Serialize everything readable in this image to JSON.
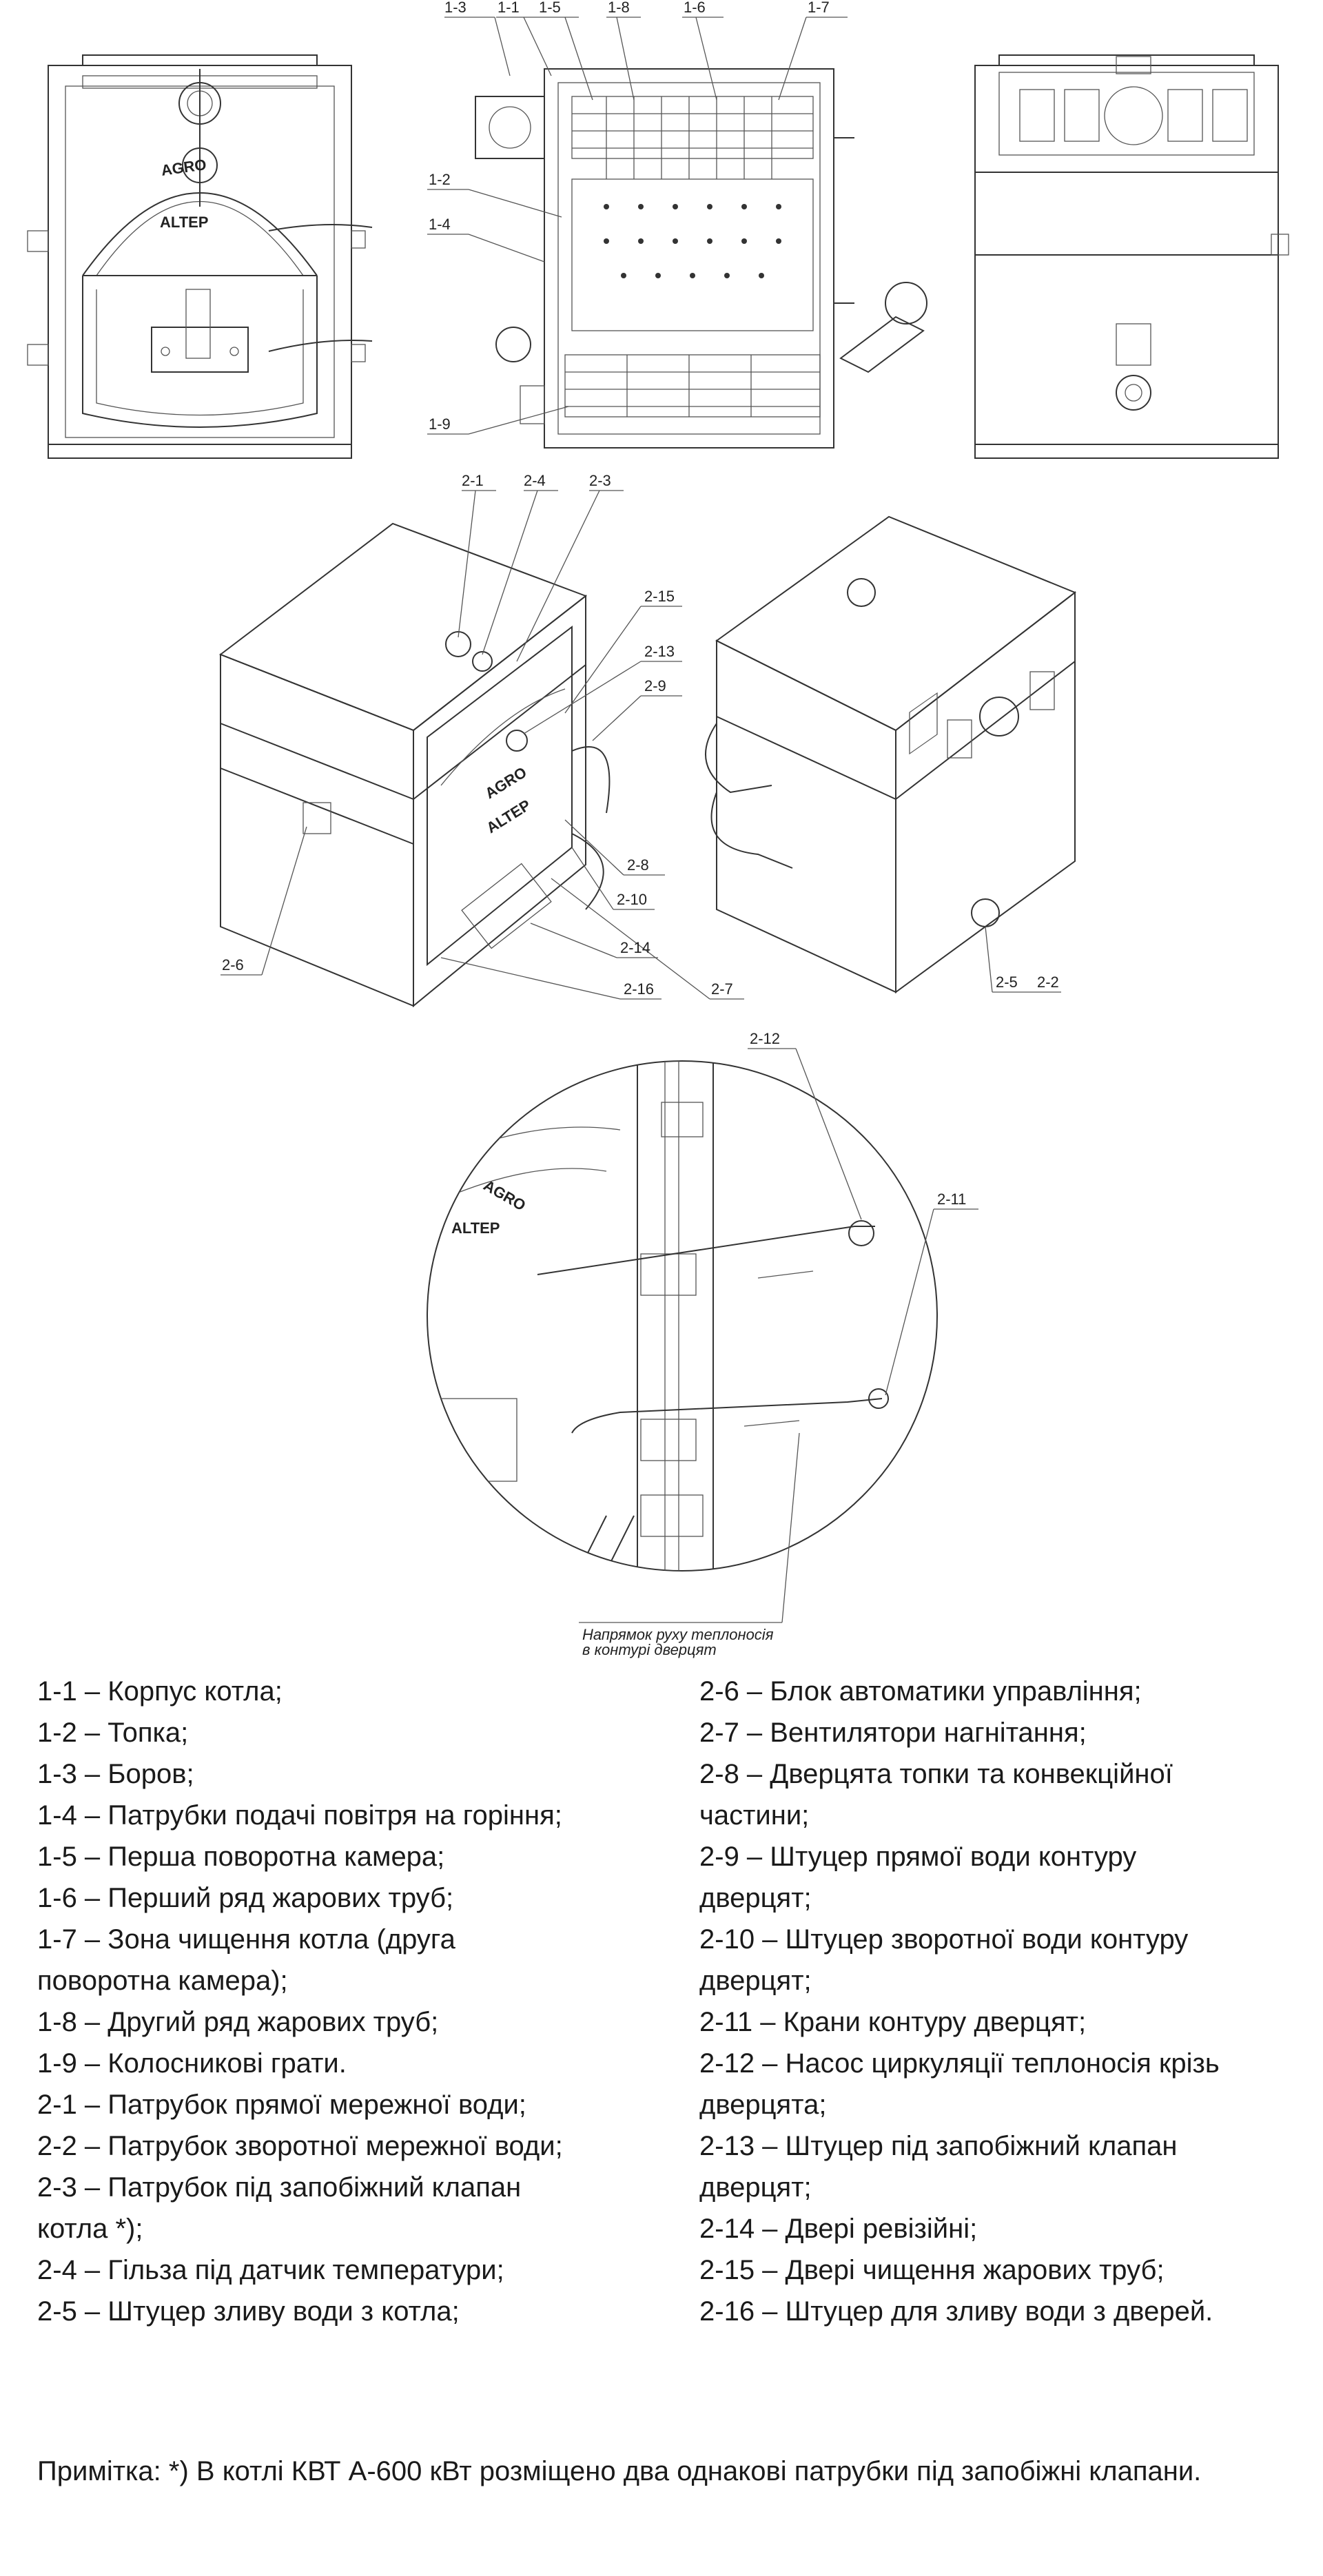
{
  "drawing": {
    "front_logo": [
      "AGRO",
      "ALTEP"
    ],
    "section_callouts": [
      "1-3",
      "1-1",
      "1-5",
      "1-8",
      "1-6",
      "1-7",
      "1-2",
      "1-4",
      "1-9"
    ],
    "iso_callouts": [
      "2-1",
      "2-4",
      "2-3",
      "2-15",
      "2-13",
      "2-9",
      "2-8",
      "2-10",
      "2-14",
      "2-16",
      "2-7",
      "2-6",
      "2-5",
      "2-2"
    ],
    "detail_callouts": [
      "2-12",
      "2-11"
    ],
    "detail_logo": [
      "AGRO",
      "ALTEP"
    ],
    "detail_note": [
      "Напрямок руху теплоносія",
      "в контурі дверцят"
    ]
  },
  "legend": {
    "left": [
      "1-1 – Корпус котла;",
      "1-2 – Топка;",
      "1-3 – Боров;",
      "1-4 – Патрубки подачі повітря на горіння;",
      "1-5 – Перша поворотна камера;",
      "1-6 – Перший ряд жарових труб;",
      "1-7 – Зона чищення котла (друга",
      "поворотна камера);",
      "1-8 – Другий ряд жарових труб;",
      "1-9 – Колосникові грати.",
      "2-1 – Патрубок прямої мережної води;",
      "2-2 – Патрубок зворотної мережної води;",
      "2-3 – Патрубок під запобіжний клапан",
      "котла *);",
      "2-4 – Гільза під датчик температури;",
      "2-5 – Штуцер зливу води з котла;"
    ],
    "right": [
      "2-6 – Блок автоматики управління;",
      "2-7 – Вентилятори нагнітання;",
      "2-8 – Дверцята топки та конвекційної",
      "частини;",
      "2-9 – Штуцер прямої води контуру",
      "дверцят;",
      "2-10 – Штуцер зворотної води контуру",
      "дверцят;",
      "2-11 – Крани контуру дверцят;",
      "2-12 – Насос циркуляції теплоносія крізь",
      "дверцята;",
      "2-13 – Штуцер під запобіжний клапан",
      "дверцят;",
      "2-14 – Двері ревізійні;",
      "2-15 – Двері чищення жарових труб;",
      "2-16 – Штуцер для зливу води з дверей."
    ]
  },
  "note": "Примітка: *) В котлі КВТ А-600 кВт розміщено два однакові патрубки під запобіжні клапани."
}
